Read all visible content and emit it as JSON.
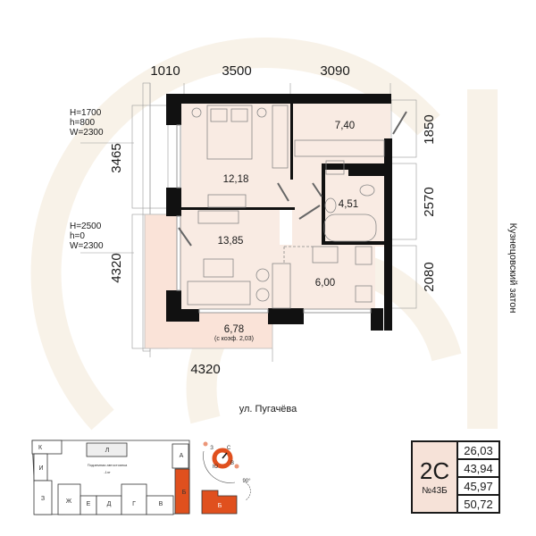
{
  "colors": {
    "wall": "#111111",
    "room": "#f9ebe3",
    "balcony": "#fae3d8",
    "accent": "#e0501e",
    "watermark": "#f8f2e8"
  },
  "dimensions": {
    "top": [
      "1010",
      "3500",
      "3090"
    ],
    "right": [
      "1850",
      "2570",
      "2080"
    ],
    "left": [
      "3465",
      "4320"
    ],
    "bottom": "4320"
  },
  "windows": [
    {
      "H": "H=1700",
      "h": "h=800",
      "W": "W=2300"
    },
    {
      "H": "H=2500",
      "h": "h=0",
      "W": "W=2300"
    }
  ],
  "rooms": {
    "bedroom": "12,18",
    "hallway": "7,40",
    "bathroom": "4,51",
    "living": "13,85",
    "kitchen": "6,00",
    "balcony": "6,78",
    "balcony_note": "(с коэф. 2,03)"
  },
  "streets": {
    "south": "ул. Пугачёва",
    "east": "Кузнецовский затон"
  },
  "site_plan": {
    "sections": [
      "К",
      "Л",
      "И",
      "А",
      "Б",
      "З",
      "Ж",
      "Е",
      "Д",
      "Г",
      "В"
    ],
    "parking": "Подземная автостоянка",
    "parking_sub": "-1эт",
    "selected": "Б"
  },
  "compass": {
    "n": "С",
    "s": "Ю",
    "w": "З",
    "e": "В",
    "angle": "90°"
  },
  "info": {
    "type": "2С",
    "number": "№43Б",
    "values": [
      "26,03",
      "43,94",
      "45,97",
      "50,72"
    ]
  }
}
